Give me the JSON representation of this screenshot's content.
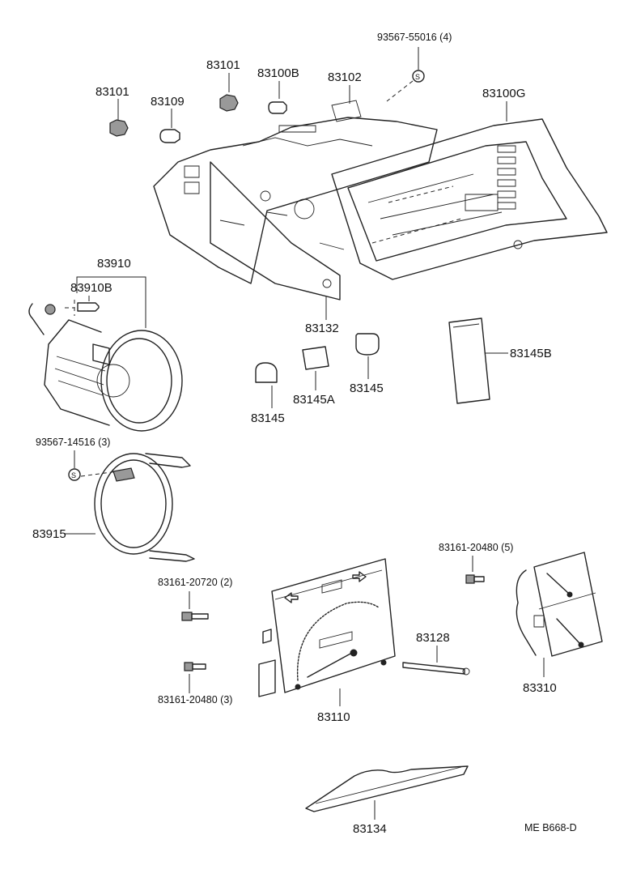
{
  "parts": {
    "screw_55016": "93567-55016 (4)",
    "p83101_a": "83101",
    "p83101_b": "83101",
    "p83109": "83109",
    "p83100B": "83100B",
    "p83102": "83102",
    "p83100G": "83100G",
    "p83910": "83910",
    "p83910B": "83910B",
    "p83132": "83132",
    "p83145B": "83145B",
    "p83145_a": "83145",
    "p83145A": "83145A",
    "p83145_b": "83145",
    "screw_14516": "93567-14516 (3)",
    "p83915": "83915",
    "bolt_20480_5": "83161-20480 (5)",
    "bolt_20720_2": "83161-20720 (2)",
    "p83128": "83128",
    "p83310": "83310",
    "bolt_20480_3": "83161-20480 (3)",
    "p83110": "83110",
    "p83134": "83134"
  },
  "screw_symbol": "S",
  "diagram_code": "ME  B668-D"
}
